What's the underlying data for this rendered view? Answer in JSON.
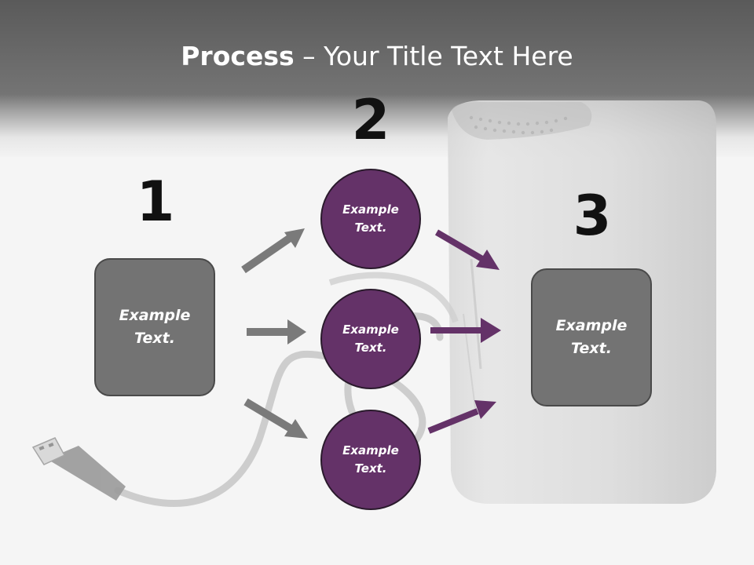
{
  "title": {
    "bold": "Process",
    "rest": " – Your Title Text Here"
  },
  "steps": {
    "one": {
      "number": "1",
      "box_text": "Example Text."
    },
    "two": {
      "number": "2",
      "circles": [
        "Example Text.",
        "Example Text.",
        "Example Text."
      ]
    },
    "three": {
      "number": "3",
      "box_text": "Example Text."
    }
  },
  "colors": {
    "gray_box": "#737373",
    "gray_arrow": "#7a7a7a",
    "purple_circle": "#643268",
    "purple_arrow": "#643268"
  },
  "background_image": "external hard drive with usb cable (grayscale)"
}
